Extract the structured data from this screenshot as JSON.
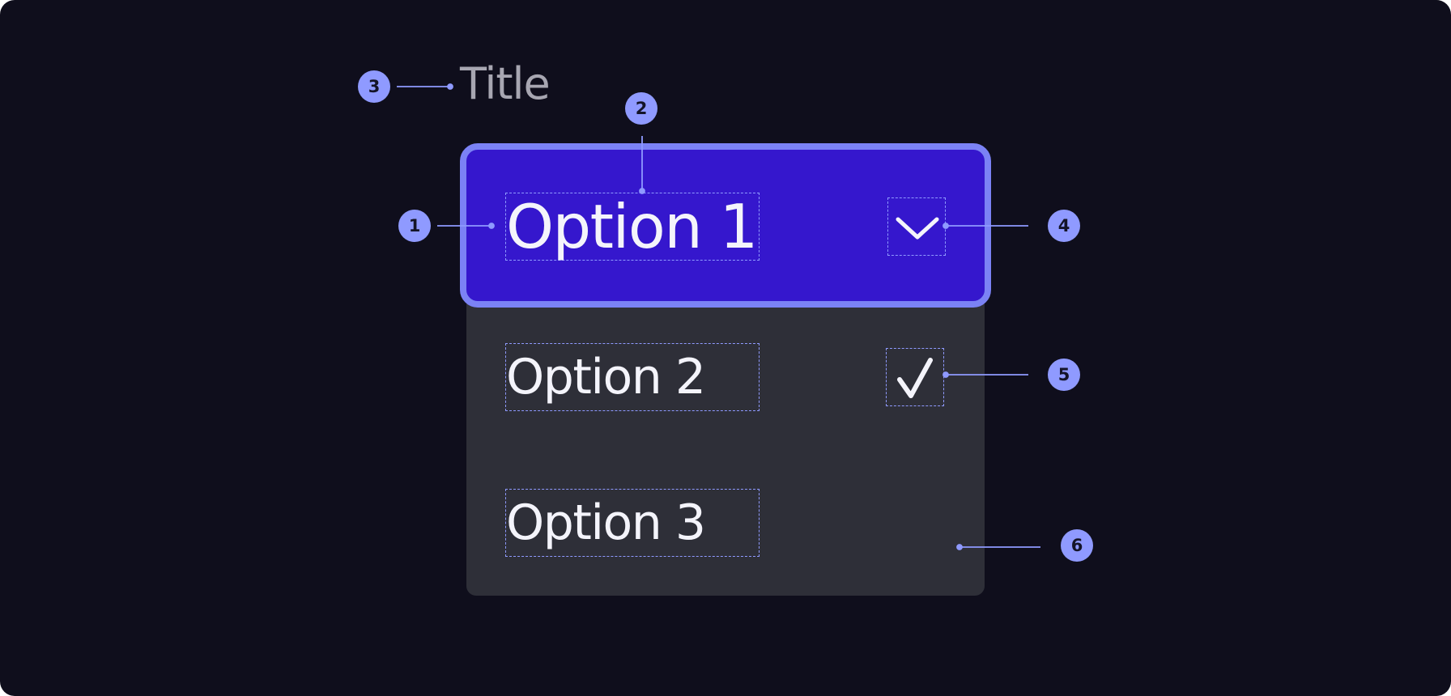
{
  "title": "Title",
  "options": [
    {
      "label": "Option 1",
      "state": "selected",
      "icon": "chevron-down-icon"
    },
    {
      "label": "Option 2",
      "state": "checked",
      "icon": "checkmark-icon"
    },
    {
      "label": "Option 3",
      "state": "default"
    }
  ],
  "callouts": [
    "1",
    "2",
    "3",
    "4",
    "5",
    "6"
  ],
  "colors": {
    "background": "#0f0e1c",
    "menu": "#2e2f38",
    "selected_fill": "#3517cd",
    "selected_border": "#7b82f5",
    "callout": "#8f9aff",
    "text": "#f4f4fb",
    "title": "#a7a6b1"
  }
}
